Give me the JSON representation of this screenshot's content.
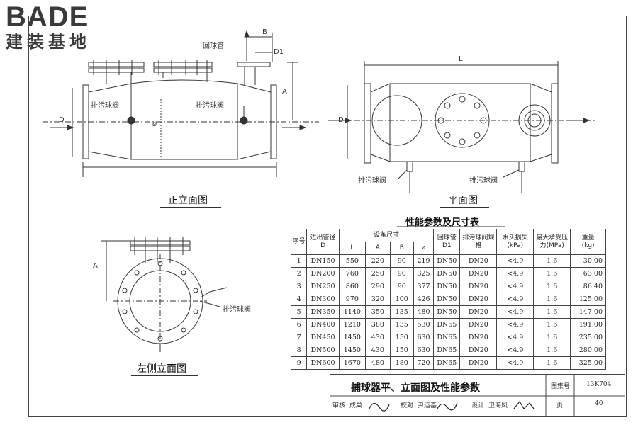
{
  "logo": {
    "brand": "BADE",
    "tagline": "建装基地"
  },
  "views": {
    "front_caption": "正立面图",
    "plan_caption": "平面图",
    "side_caption": "左侧立面图"
  },
  "labels": {
    "return_pipe": "回球管",
    "drain_valve": "排污球阀",
    "B": "B",
    "D1": "D1",
    "A": "A",
    "D": "D",
    "L": "L",
    "phi": "ø"
  },
  "table": {
    "title": "性能参数及尺寸表",
    "headers": {
      "seq": "序号",
      "inlet": "进出管径",
      "inlet_sym": "D",
      "dims": "设备尺寸",
      "return": "回球管",
      "return_sym": "D1",
      "drain": "排污球阀规格",
      "loss": "水头损失",
      "loss_unit": "(kPa)",
      "pressure": "最大承受压力(MPa)",
      "weight": "重量",
      "weight_unit": "(kg)",
      "col_L": "L",
      "col_A": "A",
      "col_B": "B",
      "col_phi": "ø"
    },
    "rows": [
      [
        "1",
        "DN150",
        "550",
        "220",
        "90",
        "219",
        "DN50",
        "DN20",
        "<4.9",
        "1.6",
        "30.00"
      ],
      [
        "2",
        "DN200",
        "760",
        "250",
        "90",
        "325",
        "DN50",
        "DN20",
        "<4.9",
        "1.6",
        "63.00"
      ],
      [
        "3",
        "DN250",
        "860",
        "290",
        "90",
        "377",
        "DN50",
        "DN20",
        "<4.9",
        "1.6",
        "86.40"
      ],
      [
        "4",
        "DN300",
        "970",
        "320",
        "100",
        "426",
        "DN50",
        "DN20",
        "<4.9",
        "1.6",
        "125.00"
      ],
      [
        "5",
        "DN350",
        "1140",
        "350",
        "135",
        "480",
        "DN50",
        "DN20",
        "<4.9",
        "1.6",
        "147.00"
      ],
      [
        "6",
        "DN400",
        "1210",
        "380",
        "135",
        "530",
        "DN65",
        "DN20",
        "<4.9",
        "1.6",
        "191.00"
      ],
      [
        "7",
        "DN450",
        "1450",
        "430",
        "150",
        "630",
        "DN65",
        "DN20",
        "<4.9",
        "1.6",
        "235.00"
      ],
      [
        "8",
        "DN500",
        "1450",
        "430",
        "150",
        "630",
        "DN65",
        "DN20",
        "<4.9",
        "1.6",
        "280.00"
      ],
      [
        "9",
        "DN600",
        "1670",
        "480",
        "180",
        "720",
        "DN65",
        "DN20",
        "<4.9",
        "1.6",
        "325.00"
      ]
    ]
  },
  "title_block": {
    "title": "捕球器平、立面图及性能参数",
    "atlas_label": "图集号",
    "atlas_no": "13K704",
    "review": "审核",
    "reviewer": "成巢",
    "check": "校对",
    "checker": "尹运基",
    "design": "设计",
    "designer": "卫海凤",
    "page_label": "页",
    "page_no": "40"
  }
}
